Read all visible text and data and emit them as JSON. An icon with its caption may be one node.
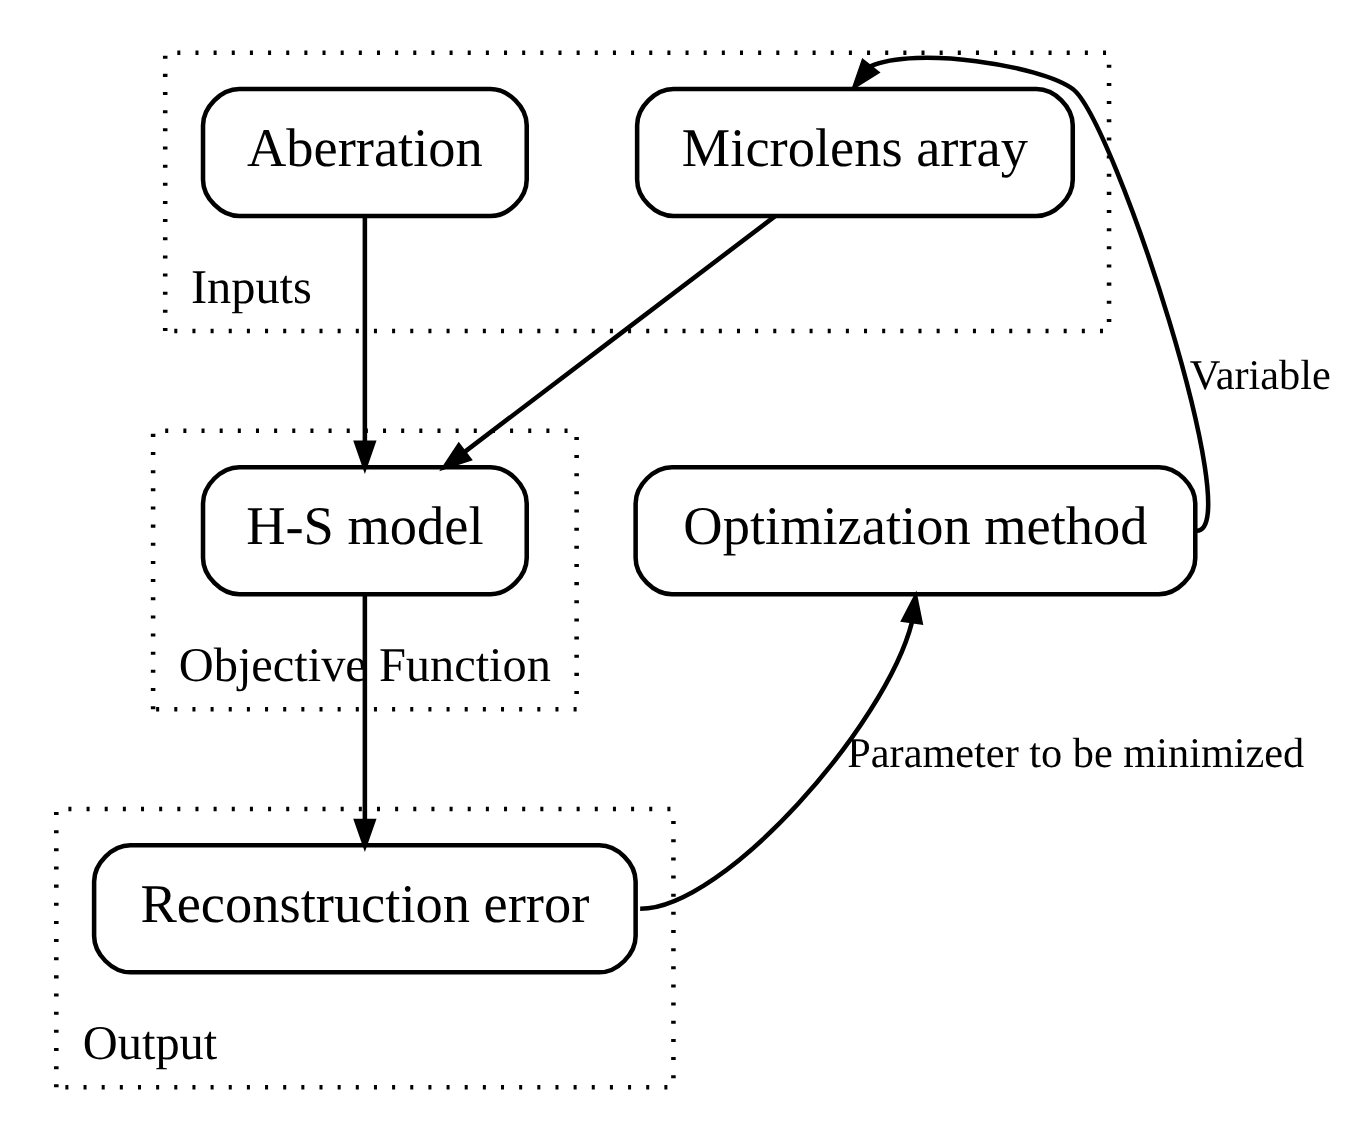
{
  "diagram": {
    "nodes": [
      {
        "text": [
          "Inputs"
        ]
      },
      {
        "text": [
          "Aberration"
        ],
        "in": 0
      },
      {
        "text": [
          "Microlens array"
        ],
        "in": 0
      },
      {
        "text": [
          "Objective Function"
        ]
      },
      {
        "text": [
          "H-S model"
        ],
        "in": 3
      },
      {
        "text": [
          "Output"
        ]
      },
      {
        "text": [
          "Reconstruction error"
        ],
        "in": 5
      },
      {
        "text": [
          "Optimization method"
        ]
      }
    ],
    "edges": [
      {
        "from": 1,
        "to": 4,
        "arrow": "to"
      },
      {
        "from": 2,
        "to": 4,
        "arrow": "to"
      },
      {
        "from": 4,
        "to": 6,
        "arrow": "to"
      },
      {
        "from": 6,
        "to": 7,
        "arrow": "to",
        "label": "Parameter to be minimized"
      },
      {
        "from": 7,
        "to": 2,
        "arrow": "to",
        "label": "Variable"
      }
    ]
  }
}
